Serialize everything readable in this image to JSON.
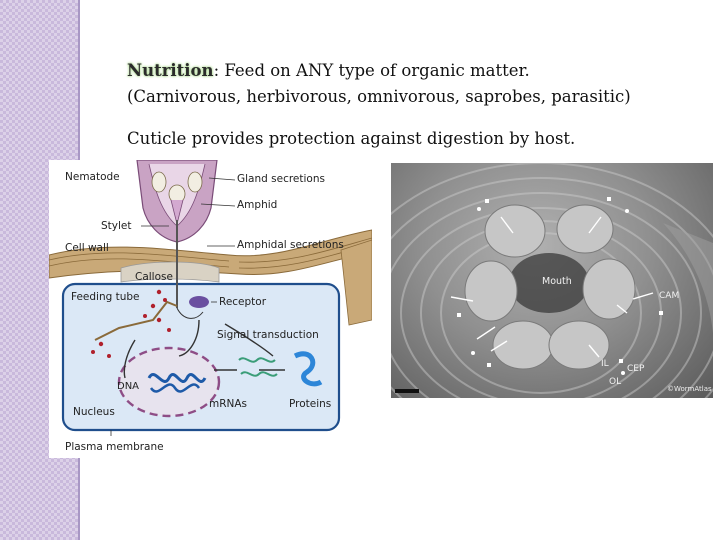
{
  "slide": {
    "nutrition_label": "Nutrition",
    "nutrition_text": ":  Feed on ANY type of organic matter.",
    "nutrition_detail": "(Carnivorous, herbivorous, omnivorous, saprobes, parasitic)",
    "cuticle_text": "Cuticle provides protection against digestion by host."
  },
  "diagram": {
    "labels": {
      "nematode": "Nematode",
      "gland_secretions": "Gland secretions",
      "amphid": "Amphid",
      "stylet": "Stylet",
      "cell_wall": "Cell wall",
      "amphidal_secretions": "Amphidal secretions",
      "callose": "Callose",
      "feeding_tube": "Feeding tube",
      "receptor": "Receptor",
      "signal_transduction": "Signal transduction",
      "dna": "DNA",
      "mrnas": "mRNAs",
      "proteins": "Proteins",
      "nucleus": "Nucleus",
      "plasma_membrane": "Plasma membrane"
    },
    "colors": {
      "cell_fill": "#dbe8f6",
      "cell_border": "#1f4e8c",
      "cell_wall": "#c9a978",
      "nematode_body": "#c9a3c4",
      "receptor": "#6a4fa0",
      "secretion_dots": "#b0202c",
      "dna": "#1e5aa8",
      "protein": "#2d86d8"
    }
  },
  "photo": {
    "labels": {
      "mouth": "Mouth",
      "cam": "CAM",
      "il": "IL",
      "cep": "CEP",
      "ol": "OL",
      "credit": "©WormAtlas"
    }
  }
}
